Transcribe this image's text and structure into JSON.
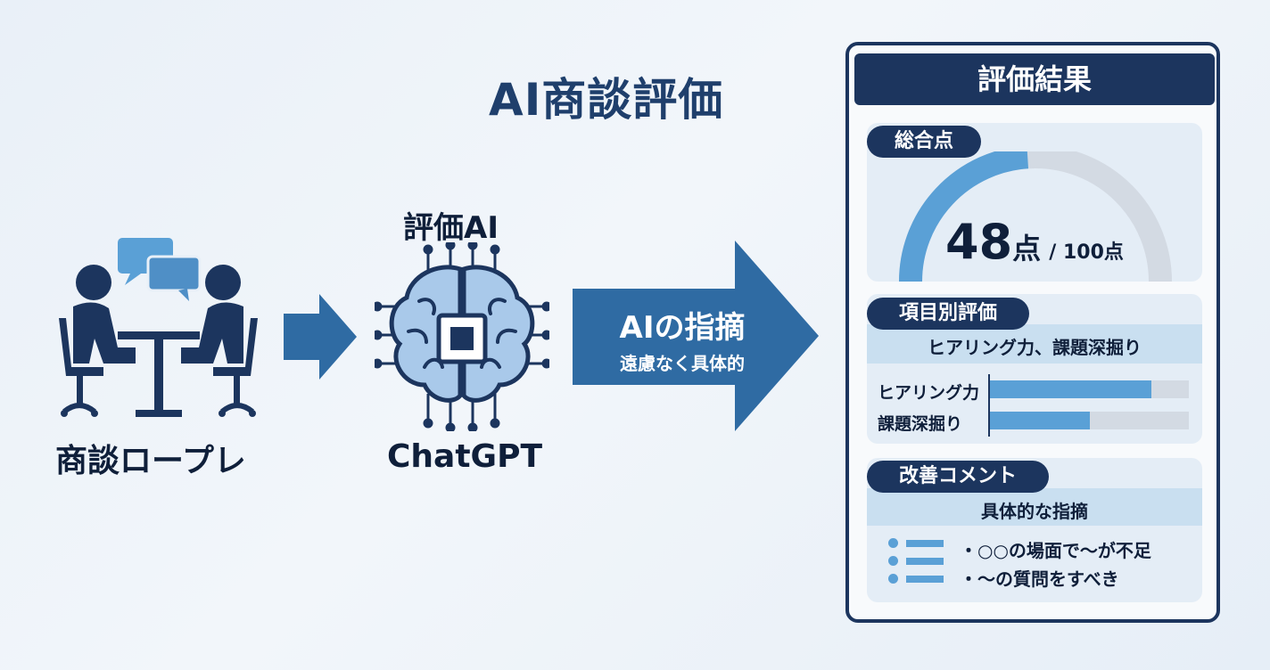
{
  "title": "AI商談評価",
  "roleplay": {
    "label": "商談ロープレ"
  },
  "evaluator": {
    "title": "評価AI",
    "model": "ChatGPT"
  },
  "feedback_arrow": {
    "line1": "AIの指摘",
    "line2": "遠慮なく具体的"
  },
  "result": {
    "header": "評価結果",
    "total": {
      "label": "総合点",
      "score": "48",
      "score_unit": "点",
      "max_text": "/ 100点",
      "fraction": 0.48
    },
    "items": {
      "label": "項目別評価",
      "subtitle": "ヒアリング力、課題深掘り",
      "bars": [
        {
          "name": "ヒアリング力",
          "fraction": 0.81
        },
        {
          "name": "課題深掘り",
          "fraction": 0.5
        }
      ]
    },
    "comments": {
      "label": "改善コメント",
      "subtitle": "具体的な指摘",
      "lines": [
        "・○○の場面で〜が不足",
        "・〜の質問をすべき"
      ]
    }
  },
  "colors": {
    "navy": "#1c355e",
    "accent_blue": "#5aa0d6",
    "arrow_blue": "#2f6ba3",
    "light_blue": "#c9dff0",
    "track_gray": "#d3dae3"
  }
}
